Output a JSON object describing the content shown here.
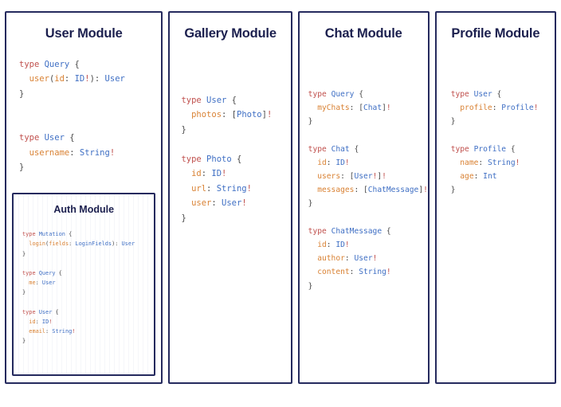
{
  "diagram": {
    "type": "graphql-schema-module-cards",
    "background_color": "#ffffff",
    "border_color": "#252a5e",
    "title_color": "#1b1f4e",
    "syntax_colors": {
      "keyword": "#c0504d",
      "type": "#3f6fc4",
      "field": "#d98234",
      "punctuation": "#4a4a4a",
      "non_null": "#c0504d"
    }
  },
  "modules": [
    {
      "id": "user-module",
      "title": "User Module",
      "code_lines": [
        [
          {
            "t": "type ",
            "c": "kw"
          },
          {
            "t": "Query",
            "c": "type"
          },
          {
            "t": " {",
            "c": "punc"
          }
        ],
        [
          {
            "t": "  user",
            "c": "field"
          },
          {
            "t": "(",
            "c": "punc"
          },
          {
            "t": "id",
            "c": "field"
          },
          {
            "t": ": ",
            "c": "punc"
          },
          {
            "t": "ID",
            "c": "type"
          },
          {
            "t": "!",
            "c": "bang"
          },
          {
            "t": ")",
            "c": "punc"
          },
          {
            "t": ": ",
            "c": "punc"
          },
          {
            "t": "User",
            "c": "type"
          }
        ],
        [
          {
            "t": "}",
            "c": "punc"
          }
        ],
        [
          {
            "t": "",
            "c": "punc"
          }
        ],
        [
          {
            "t": "",
            "c": "punc"
          }
        ],
        [
          {
            "t": "type ",
            "c": "kw"
          },
          {
            "t": "User",
            "c": "type"
          },
          {
            "t": " {",
            "c": "punc"
          }
        ],
        [
          {
            "t": "  username",
            "c": "field"
          },
          {
            "t": ": ",
            "c": "punc"
          },
          {
            "t": "String",
            "c": "type"
          },
          {
            "t": "!",
            "c": "bang"
          }
        ],
        [
          {
            "t": "}",
            "c": "punc"
          }
        ]
      ],
      "nested": {
        "id": "auth-module",
        "title": "Auth Module",
        "code_lines": [
          [
            {
              "t": "type ",
              "c": "kw"
            },
            {
              "t": "Mutation",
              "c": "type"
            },
            {
              "t": " {",
              "c": "punc"
            }
          ],
          [
            {
              "t": "  login",
              "c": "field"
            },
            {
              "t": "(",
              "c": "punc"
            },
            {
              "t": "fields",
              "c": "field"
            },
            {
              "t": ": ",
              "c": "punc"
            },
            {
              "t": "LoginFields",
              "c": "type"
            },
            {
              "t": ")",
              "c": "punc"
            },
            {
              "t": ": ",
              "c": "punc"
            },
            {
              "t": "User",
              "c": "type"
            }
          ],
          [
            {
              "t": "}",
              "c": "punc"
            }
          ],
          [
            {
              "t": "",
              "c": "punc"
            }
          ],
          [
            {
              "t": "type ",
              "c": "kw"
            },
            {
              "t": "Query",
              "c": "type"
            },
            {
              "t": " {",
              "c": "punc"
            }
          ],
          [
            {
              "t": "  me",
              "c": "field"
            },
            {
              "t": ": ",
              "c": "punc"
            },
            {
              "t": "User",
              "c": "type"
            }
          ],
          [
            {
              "t": "}",
              "c": "punc"
            }
          ],
          [
            {
              "t": "",
              "c": "punc"
            }
          ],
          [
            {
              "t": "type ",
              "c": "kw"
            },
            {
              "t": "User",
              "c": "type"
            },
            {
              "t": " {",
              "c": "punc"
            }
          ],
          [
            {
              "t": "  id",
              "c": "field"
            },
            {
              "t": ": ",
              "c": "punc"
            },
            {
              "t": "ID",
              "c": "type"
            },
            {
              "t": "!",
              "c": "bang"
            }
          ],
          [
            {
              "t": "  email",
              "c": "field"
            },
            {
              "t": ": ",
              "c": "punc"
            },
            {
              "t": "String",
              "c": "type"
            },
            {
              "t": "!",
              "c": "bang"
            }
          ],
          [
            {
              "t": "}",
              "c": "punc"
            }
          ]
        ]
      }
    },
    {
      "id": "gallery-module",
      "title": "Gallery Module",
      "code_lines": [
        [
          {
            "t": "type ",
            "c": "kw"
          },
          {
            "t": "User",
            "c": "type"
          },
          {
            "t": " {",
            "c": "punc"
          }
        ],
        [
          {
            "t": "  photos",
            "c": "field"
          },
          {
            "t": ": ",
            "c": "punc"
          },
          {
            "t": "[",
            "c": "punc"
          },
          {
            "t": "Photo",
            "c": "type"
          },
          {
            "t": "]",
            "c": "punc"
          },
          {
            "t": "!",
            "c": "bang"
          }
        ],
        [
          {
            "t": "}",
            "c": "punc"
          }
        ],
        [
          {
            "t": "",
            "c": "punc"
          }
        ],
        [
          {
            "t": "type ",
            "c": "kw"
          },
          {
            "t": "Photo",
            "c": "type"
          },
          {
            "t": " {",
            "c": "punc"
          }
        ],
        [
          {
            "t": "  id",
            "c": "field"
          },
          {
            "t": ": ",
            "c": "punc"
          },
          {
            "t": "ID",
            "c": "type"
          },
          {
            "t": "!",
            "c": "bang"
          }
        ],
        [
          {
            "t": "  url",
            "c": "field"
          },
          {
            "t": ": ",
            "c": "punc"
          },
          {
            "t": "String",
            "c": "type"
          },
          {
            "t": "!",
            "c": "bang"
          }
        ],
        [
          {
            "t": "  user",
            "c": "field"
          },
          {
            "t": ": ",
            "c": "punc"
          },
          {
            "t": "User",
            "c": "type"
          },
          {
            "t": "!",
            "c": "bang"
          }
        ],
        [
          {
            "t": "}",
            "c": "punc"
          }
        ]
      ]
    },
    {
      "id": "chat-module",
      "title": "Chat Module",
      "code_lines": [
        [
          {
            "t": "type ",
            "c": "kw"
          },
          {
            "t": "Query",
            "c": "type"
          },
          {
            "t": " {",
            "c": "punc"
          }
        ],
        [
          {
            "t": "  myChats",
            "c": "field"
          },
          {
            "t": ": ",
            "c": "punc"
          },
          {
            "t": "[",
            "c": "punc"
          },
          {
            "t": "Chat",
            "c": "type"
          },
          {
            "t": "]",
            "c": "punc"
          },
          {
            "t": "!",
            "c": "bang"
          }
        ],
        [
          {
            "t": "}",
            "c": "punc"
          }
        ],
        [
          {
            "t": "",
            "c": "punc"
          }
        ],
        [
          {
            "t": "type ",
            "c": "kw"
          },
          {
            "t": "Chat",
            "c": "type"
          },
          {
            "t": " {",
            "c": "punc"
          }
        ],
        [
          {
            "t": "  id",
            "c": "field"
          },
          {
            "t": ": ",
            "c": "punc"
          },
          {
            "t": "ID",
            "c": "type"
          },
          {
            "t": "!",
            "c": "bang"
          }
        ],
        [
          {
            "t": "  users",
            "c": "field"
          },
          {
            "t": ": ",
            "c": "punc"
          },
          {
            "t": "[",
            "c": "punc"
          },
          {
            "t": "User",
            "c": "type"
          },
          {
            "t": "!",
            "c": "bang"
          },
          {
            "t": "]",
            "c": "punc"
          },
          {
            "t": "!",
            "c": "bang"
          }
        ],
        [
          {
            "t": "  messages",
            "c": "field"
          },
          {
            "t": ": ",
            "c": "punc"
          },
          {
            "t": "[",
            "c": "punc"
          },
          {
            "t": "ChatMessage",
            "c": "type"
          },
          {
            "t": "]",
            "c": "punc"
          },
          {
            "t": "!",
            "c": "bang"
          }
        ],
        [
          {
            "t": "}",
            "c": "punc"
          }
        ],
        [
          {
            "t": "",
            "c": "punc"
          }
        ],
        [
          {
            "t": "type ",
            "c": "kw"
          },
          {
            "t": "ChatMessage",
            "c": "type"
          },
          {
            "t": " {",
            "c": "punc"
          }
        ],
        [
          {
            "t": "  id",
            "c": "field"
          },
          {
            "t": ": ",
            "c": "punc"
          },
          {
            "t": "ID",
            "c": "type"
          },
          {
            "t": "!",
            "c": "bang"
          }
        ],
        [
          {
            "t": "  author",
            "c": "field"
          },
          {
            "t": ": ",
            "c": "punc"
          },
          {
            "t": "User",
            "c": "type"
          },
          {
            "t": "!",
            "c": "bang"
          }
        ],
        [
          {
            "t": "  content",
            "c": "field"
          },
          {
            "t": ": ",
            "c": "punc"
          },
          {
            "t": "String",
            "c": "type"
          },
          {
            "t": "!",
            "c": "bang"
          }
        ],
        [
          {
            "t": "}",
            "c": "punc"
          }
        ]
      ]
    },
    {
      "id": "profile-module",
      "title": "Profile Module",
      "code_lines": [
        [
          {
            "t": "type ",
            "c": "kw"
          },
          {
            "t": "User",
            "c": "type"
          },
          {
            "t": " {",
            "c": "punc"
          }
        ],
        [
          {
            "t": "  profile",
            "c": "field"
          },
          {
            "t": ": ",
            "c": "punc"
          },
          {
            "t": "Profile",
            "c": "type"
          },
          {
            "t": "!",
            "c": "bang"
          }
        ],
        [
          {
            "t": "}",
            "c": "punc"
          }
        ],
        [
          {
            "t": "",
            "c": "punc"
          }
        ],
        [
          {
            "t": "type ",
            "c": "kw"
          },
          {
            "t": "Profile",
            "c": "type"
          },
          {
            "t": " {",
            "c": "punc"
          }
        ],
        [
          {
            "t": "  name",
            "c": "field"
          },
          {
            "t": ": ",
            "c": "punc"
          },
          {
            "t": "String",
            "c": "type"
          },
          {
            "t": "!",
            "c": "bang"
          }
        ],
        [
          {
            "t": "  age",
            "c": "field"
          },
          {
            "t": ": ",
            "c": "punc"
          },
          {
            "t": "Int",
            "c": "type"
          }
        ],
        [
          {
            "t": "}",
            "c": "punc"
          }
        ]
      ]
    }
  ]
}
